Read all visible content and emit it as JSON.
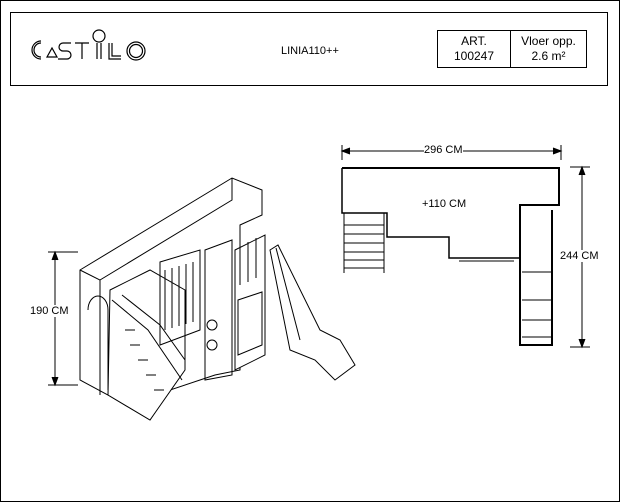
{
  "header": {
    "logo": "CASTILO",
    "title": "LINIA110++",
    "art_label": "ART.",
    "art_number": "100247",
    "floor_label": "Vloer opp.",
    "floor_value": "2.6 m²"
  },
  "dimensions": {
    "height": "190 CM",
    "width": "296 CM",
    "depth": "244 CM",
    "platform": "+110 CM"
  }
}
